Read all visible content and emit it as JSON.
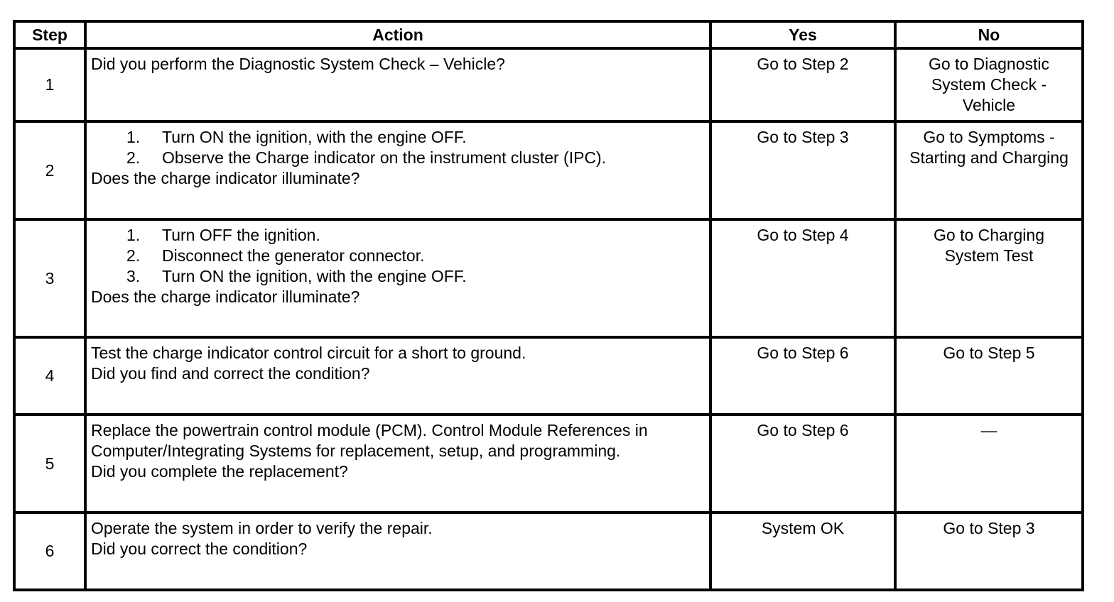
{
  "headers": {
    "step": "Step",
    "action": "Action",
    "yes": "Yes",
    "no": "No"
  },
  "rows": [
    {
      "step": "1",
      "action_lines": [
        "Did you perform the Diagnostic System Check – Vehicle?"
      ],
      "question": "",
      "yes": "Go to Step 2",
      "no_lines": [
        "Go to Diagnostic",
        "System Check -",
        "Vehicle"
      ]
    },
    {
      "step": "2",
      "list": [
        {
          "num": "1.",
          "text": "Turn ON the ignition, with the engine OFF."
        },
        {
          "num": "2.",
          "text": "Observe the Charge indicator on the instrument cluster (IPC)."
        }
      ],
      "question": "Does the charge indicator illuminate?",
      "yes": "Go to Step 3",
      "no_lines": [
        "Go to Symptoms -",
        "Starting and Charging"
      ]
    },
    {
      "step": "3",
      "list": [
        {
          "num": "1.",
          "text": "Turn OFF the ignition."
        },
        {
          "num": "2.",
          "text": "Disconnect the generator connector."
        },
        {
          "num": "3.",
          "text": "Turn ON the ignition, with the engine OFF."
        }
      ],
      "question": "Does the charge indicator illuminate?",
      "yes": "Go to Step 4",
      "no_lines": [
        "Go to Charging",
        "System Test"
      ]
    },
    {
      "step": "4",
      "action_lines": [
        "Test the charge indicator control circuit for a short to ground."
      ],
      "question": "Did you find and correct the condition?",
      "yes": "Go to Step 6",
      "no_lines": [
        "Go to Step 5"
      ]
    },
    {
      "step": "5",
      "action_lines": [
        "Replace the powertrain control module (PCM). Control Module References in",
        "Computer/Integrating Systems for replacement, setup, and programming."
      ],
      "question": "Did you complete the replacement?",
      "yes": "Go to Step 6",
      "no_lines": [
        "—"
      ]
    },
    {
      "step": "6",
      "action_lines": [
        "Operate the system in order to verify the repair."
      ],
      "question": "Did you correct the condition?",
      "yes": "System OK",
      "no_lines": [
        "Go to Step 3"
      ]
    }
  ]
}
